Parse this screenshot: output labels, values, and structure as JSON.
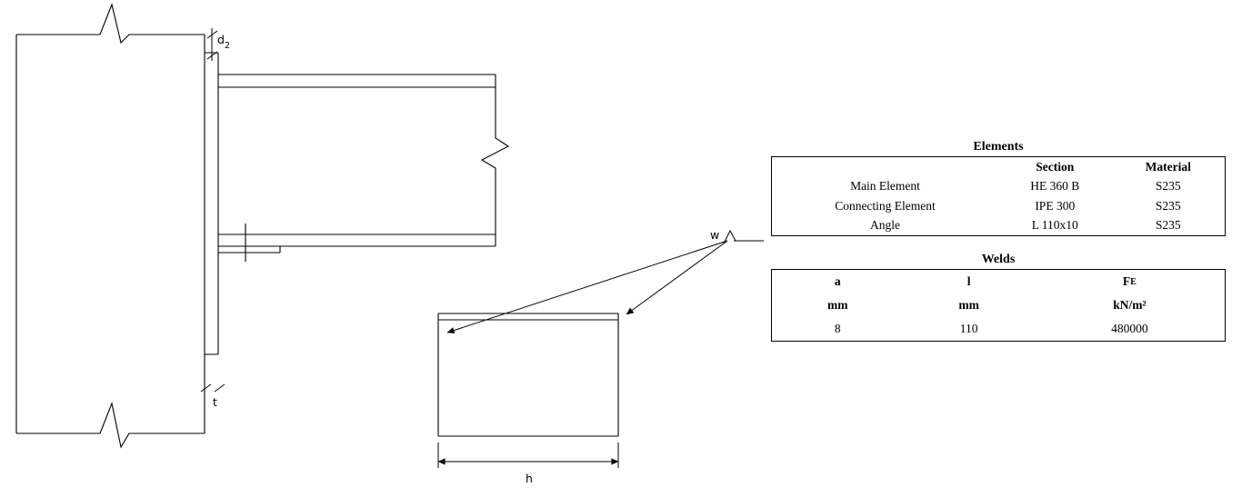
{
  "drawing": {
    "dim_d_label": "d",
    "dim_d_sub": "2",
    "dim_t_label": "t",
    "weld_label": "w",
    "dim_h_label": "h"
  },
  "elements_table": {
    "title": "Elements",
    "header": {
      "section": "Section",
      "material": "Material"
    },
    "rows": [
      {
        "name": "Main Element",
        "section": "HE 360 B",
        "material": "S235"
      },
      {
        "name": "Connecting Element",
        "section": "IPE 300",
        "material": "S235"
      },
      {
        "name": "Angle",
        "section": "L 110x10",
        "material": "S235"
      }
    ]
  },
  "welds_table": {
    "title": "Welds",
    "header": {
      "a": "a",
      "l": "l",
      "f_main": "F",
      "f_sub": "E"
    },
    "units": {
      "a": "mm",
      "l": "mm",
      "f": "kN/m²"
    },
    "values": {
      "a": "8",
      "l": "110",
      "f": "480000"
    }
  },
  "colors": {
    "line": "#000000",
    "background": "#ffffff"
  }
}
